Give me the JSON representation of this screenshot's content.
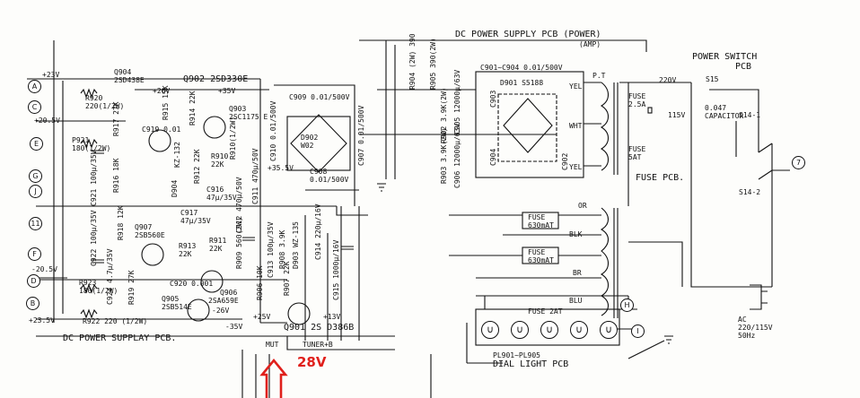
{
  "colors": {
    "ink": "#111111",
    "annotation": "#e0201c",
    "paper": "#fdfdfb"
  },
  "boards": {
    "dc_power_supply_pcb": "DC POWER SUPPLAY PCB.",
    "dc_power_supply_pcb_power": "DC POWER SUPPLY PCB (POWER)",
    "amp": "(AMP)",
    "power_switch_pcb_line1": "POWER SWITCH",
    "power_switch_pcb_line2": "PCB",
    "fuse_pcb": "FUSE PCB.",
    "dial_light_pcb": "DIAL LIGHT PCB",
    "dial_lamps": "PL901~PL905"
  },
  "terminals": {
    "A": "A",
    "C": "C",
    "E": "E",
    "G": "G",
    "J": "J",
    "n11": "11",
    "F": "F",
    "D": "D",
    "B": "B",
    "H": "H",
    "I": "I",
    "n7": "7"
  },
  "voltages": {
    "p23v": "+23V",
    "p20_5v": "+20.5V",
    "m20_5v": "-20.5V",
    "p23_5v": "+23.5V",
    "p26v": "+26V",
    "p35v": "+35V",
    "p35_5v": "+35.5V",
    "m26v": "-26V",
    "m35v": "-35V",
    "p25v": "+25V",
    "p13v": "+13V",
    "v220": "220V",
    "v115": "115V"
  },
  "transistors": {
    "q904": [
      "Q904",
      "2SD438E"
    ],
    "q902": "Q902 2SD330E",
    "q903": [
      "Q903",
      "2SC1175 E"
    ],
    "q907": [
      "Q907",
      "2SB560E"
    ],
    "q905": [
      "Q905",
      "2SB514E"
    ],
    "q906": [
      "Q906",
      "2SA659E"
    ],
    "q901": "Q901 2S D386B"
  },
  "resistors": {
    "r920": [
      "R920",
      "220(1/2W)"
    ],
    "p921": [
      "P921",
      "180(1/2W)"
    ],
    "r923": [
      "R923",
      "180(1/2W)"
    ],
    "r922": "R922 220 (1/2W)",
    "r917": "R917 27K",
    "r915": "R915 15K",
    "r914": "R914 22K",
    "r916": "R916 18K",
    "r912": "R912 22K",
    "r910": [
      "R910",
      "22K"
    ],
    "r910w": "R910(1/2W)",
    "r918": "R918 12K",
    "r913": [
      "R913",
      "22K"
    ],
    "r911": [
      "R911",
      "22K"
    ],
    "r919": "R919 27K",
    "r909": "R909 560(2W)",
    "r906": "R906 10K",
    "r907": "R907 22K",
    "r908": "R908 3.9K",
    "r904": "R904 (2W) 390",
    "r905": "R905 390(2W)",
    "r903": "R903 3.9K(2W)",
    "r902": "R902 3.9K(2W)"
  },
  "capacitors": {
    "c919": "C919 0.01",
    "c921": "C921 100μ/35V",
    "c916": [
      "C916",
      "47μ/35V"
    ],
    "c917": [
      "C917",
      "47μ/35V"
    ],
    "c911": "C911 470μ/50V",
    "c912": "C912 470μ/50V",
    "c920": "C920 0.001",
    "c922": "C922 100μ/35V",
    "c924": "C924 4.7μ/35V",
    "c909": "C909 0.01/500V",
    "c910": "C910 0.01/500V",
    "c908": [
      "C908",
      "0.01/500V"
    ],
    "c907": "C907 0.01/500V",
    "c913": "C913 100μ/35V",
    "c914": "C914 220μ/16V",
    "c915": "C915 1000μ/16V",
    "c901_904": "C901~C904 0.01/500V",
    "c902": "C902",
    "c903": "C903",
    "c904": "C904",
    "c905": "C905 12000μ/63V",
    "c906": "C906 12000μ/63V",
    "s15_cap": [
      "0.047",
      "CAPACITOR"
    ]
  },
  "diodes": {
    "d902": [
      "D902",
      "W02"
    ],
    "d903": "D903 WZ-135",
    "d904": "D904",
    "d905": "KZ-132",
    "d901": "D901 S5188"
  },
  "fuses": {
    "main": [
      "FUSE",
      "2.5A"
    ],
    "fuse_5at": [
      "FUSE",
      "5AT"
    ],
    "fuse_630_1": [
      "FUSE",
      "630mAT"
    ],
    "fuse_630_2": [
      "FUSE",
      "630mAT"
    ],
    "fuse_2at": "FUSE 2AT"
  },
  "transformer": {
    "pt": "P.T",
    "yel1": "YEL",
    "wht": "WHT",
    "yel2": "YEL",
    "or1": "OR",
    "blk": "BLK",
    "br": "BR",
    "blu": "BLU"
  },
  "switches": {
    "s15": "S15",
    "s14_1": "S14-1",
    "s14_2": "S14-2"
  },
  "ac": [
    "AC",
    "220/115V",
    "50Hz"
  ],
  "outputs": {
    "mut": "MUT",
    "tuner": "TUNER+B"
  },
  "measurement": "28V"
}
